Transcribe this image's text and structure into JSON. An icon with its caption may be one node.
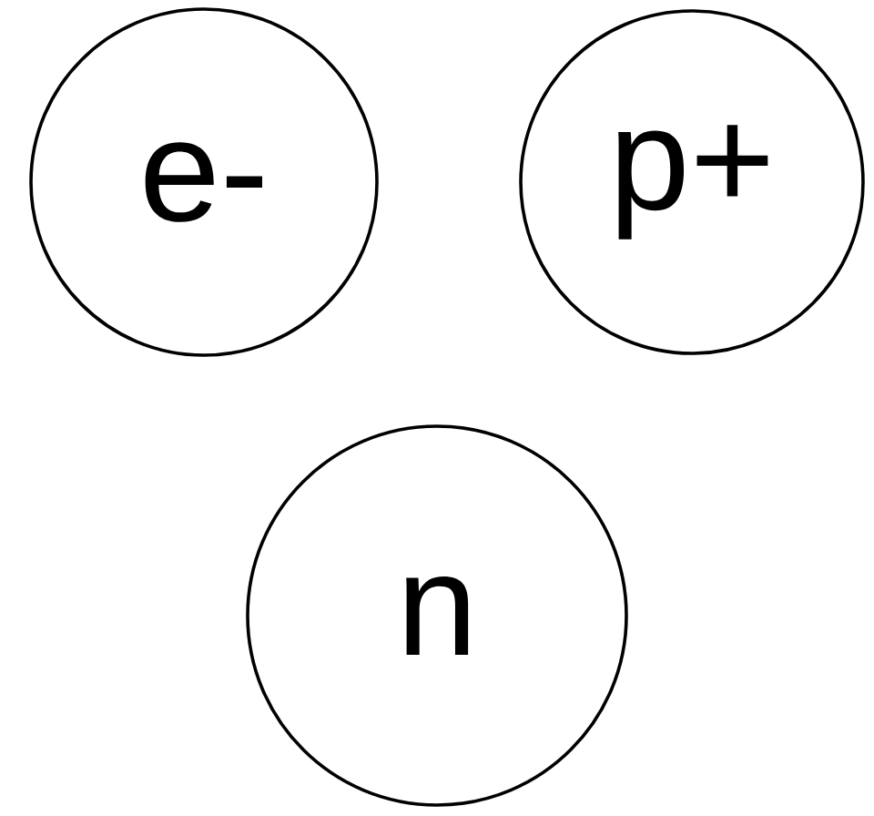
{
  "diagram": {
    "nodes": [
      {
        "text": [
          "e-"
        ]
      },
      {
        "text": [
          "p+"
        ]
      },
      {
        "text": [
          "n"
        ]
      }
    ]
  }
}
